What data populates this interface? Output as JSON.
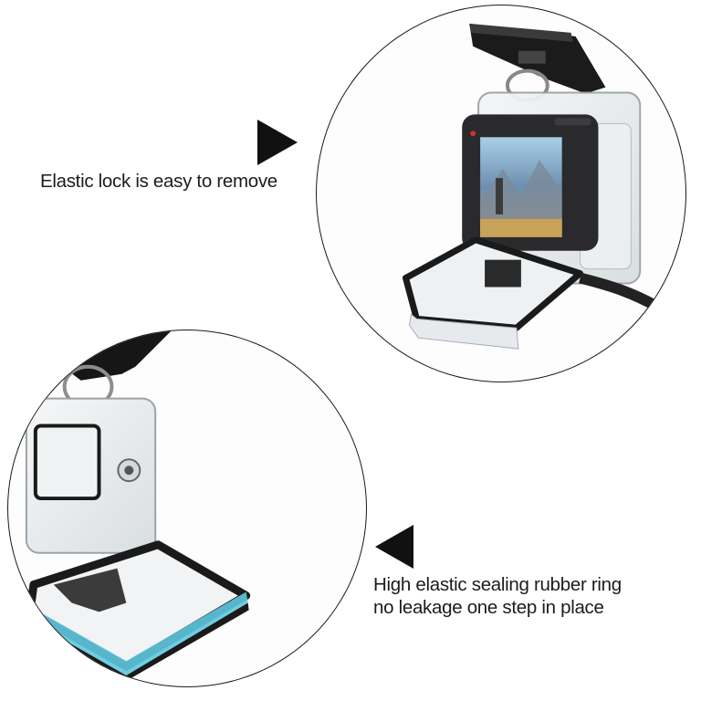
{
  "panels": [
    {
      "id": "lock",
      "caption": "Elastic lock is easy to remove",
      "arrow": "arrow-right",
      "image": "waterproof housing with camera, latch lifted open, back door open"
    },
    {
      "id": "seal",
      "caption_lines": [
        "High elastic sealing rubber ring",
        "no leakage one step in place"
      ],
      "arrow": "arrow-left",
      "image": "empty clear housing with open back door showing blue sealing ring"
    }
  ],
  "colors": {
    "outline": "#1a1a1a",
    "arrow": "#111111",
    "seal_ring": "#5ec8e0",
    "camera_body": "#2a2a2c",
    "housing_clear": "#e9eef1"
  }
}
